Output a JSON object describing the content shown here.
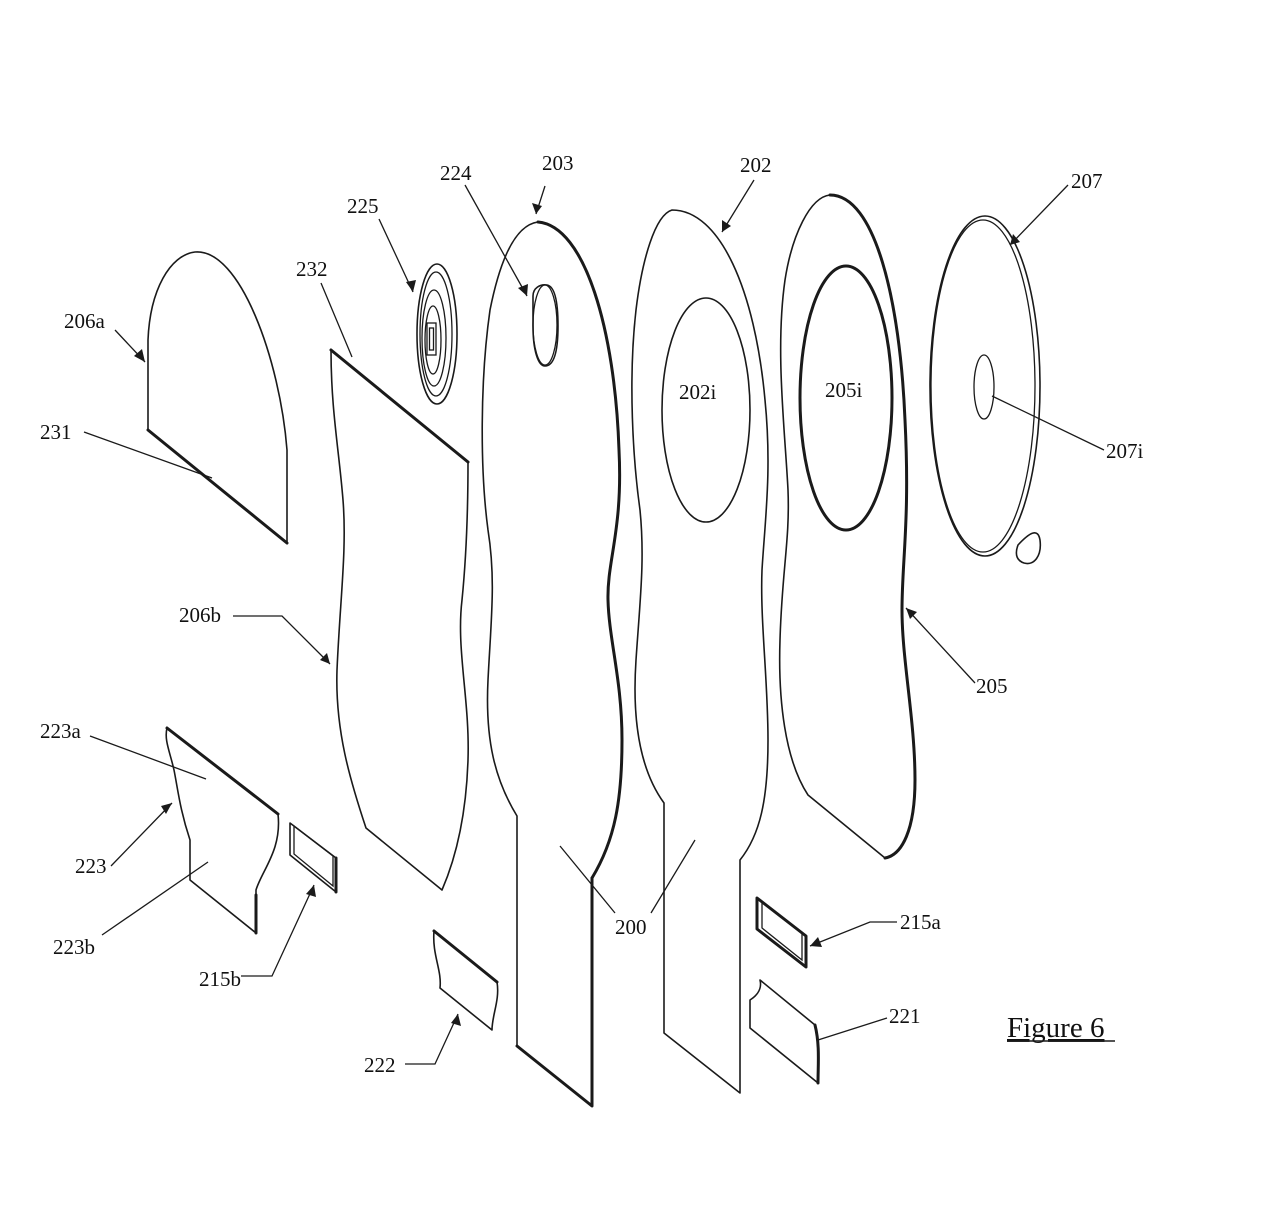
{
  "figure": {
    "title": "Figure 6",
    "labels": {
      "l203": "203",
      "l224": "224",
      "l202": "202",
      "l207": "207",
      "l225": "225",
      "l232": "232",
      "l206a": "206a",
      "l231": "231",
      "l202i": "202i",
      "l205i": "205i",
      "l207i": "207i",
      "l206b": "206b",
      "l205": "205",
      "l223a": "223a",
      "l223": "223",
      "l223b": "223b",
      "l200": "200",
      "l215a": "215a",
      "l215b": "215b",
      "l221": "221",
      "l222": "222"
    }
  },
  "colors": {
    "line": "#1a1a1a",
    "background": "#ffffff"
  }
}
